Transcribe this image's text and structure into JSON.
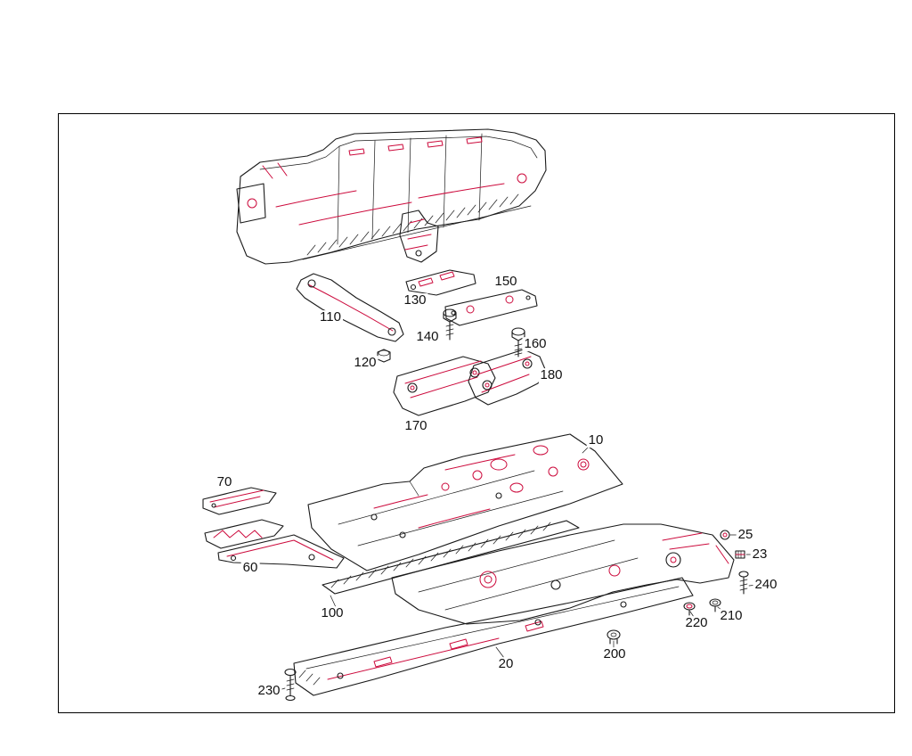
{
  "diagram": {
    "colors": {
      "background": "#ffffff",
      "line": "#1a1a1a",
      "accent": "#cc0a3c",
      "label": "#111111"
    },
    "callouts": [
      {
        "label": "110"
      },
      {
        "label": "130"
      },
      {
        "label": "150"
      },
      {
        "label": "140"
      },
      {
        "label": "160"
      },
      {
        "label": "120"
      },
      {
        "label": "180"
      },
      {
        "label": "170"
      },
      {
        "label": "10"
      },
      {
        "label": "70"
      },
      {
        "label": "25"
      },
      {
        "label": "23"
      },
      {
        "label": "60"
      },
      {
        "label": "240"
      },
      {
        "label": "100"
      },
      {
        "label": "210"
      },
      {
        "label": "220"
      },
      {
        "label": "200"
      },
      {
        "label": "20"
      },
      {
        "label": "230"
      }
    ]
  }
}
